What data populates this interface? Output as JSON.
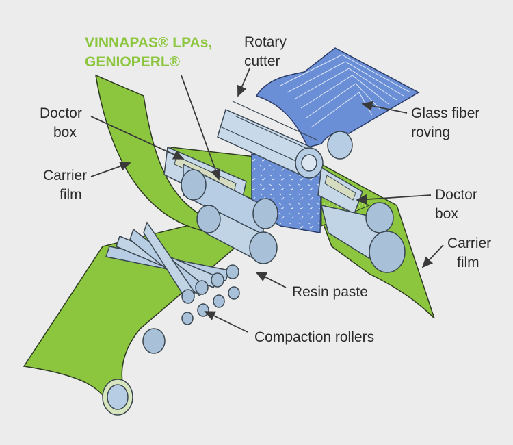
{
  "colors": {
    "background": "#ececec",
    "carrier_film": "#8cc63e",
    "glass_fiber": "#6b8fd6",
    "roller": "#b7cde3",
    "brand_text": "#8cc63e",
    "label_text": "#2b2b2b"
  },
  "labels": {
    "brand": {
      "line1": "VINNAPAS® LPAs,",
      "line2": "GENIOPERL®"
    },
    "rotary_cutter": {
      "line1": "Rotary",
      "line2": "cutter"
    },
    "glass_fiber": {
      "line1": "Glass fiber",
      "line2": "roving"
    },
    "doctor_box_left": {
      "line1": "Doctor",
      "line2": "box"
    },
    "doctor_box_right": {
      "line1": "Doctor",
      "line2": "box"
    },
    "carrier_film_left": {
      "line1": "Carrier",
      "line2": "film"
    },
    "carrier_film_right": {
      "line1": "Carrier",
      "line2": "film"
    },
    "resin_paste": "Resin paste",
    "compaction_rollers": "Compaction rollers"
  }
}
